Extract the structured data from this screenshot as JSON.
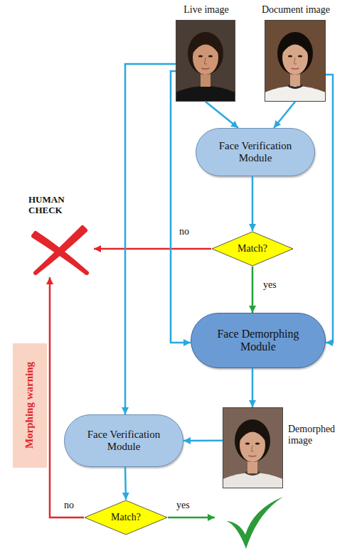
{
  "diagram": {
    "nodes": [
      {
        "text": [
          "Live image"
        ]
      },
      {
        "text": [
          "Document image"
        ]
      },
      {
        "text": [
          "Face Verification Module"
        ]
      },
      {
        "text": [
          "HUMAN CHECK"
        ]
      },
      {
        "text": [
          "Match?"
        ]
      },
      {
        "text": [
          "Face Demorphing Module"
        ]
      },
      {
        "text": [
          "Demorphed image"
        ]
      },
      {
        "text": [
          "Face Verification Module"
        ]
      },
      {
        "text": [
          "Match?"
        ]
      },
      {
        "text": [
          "Morphing warning"
        ]
      }
    ],
    "edges": [
      {
        "from": 0,
        "to": 2,
        "arrow": "to"
      },
      {
        "from": 1,
        "to": 2,
        "arrow": "to"
      },
      {
        "from": 2,
        "to": 4,
        "arrow": "to"
      },
      {
        "from": 4,
        "to": 3,
        "label": "no",
        "arrow": "to"
      },
      {
        "from": 4,
        "to": 5,
        "label": "yes",
        "arrow": "to"
      },
      {
        "from": 0,
        "to": 5,
        "arrow": "to"
      },
      {
        "from": 1,
        "to": 5,
        "arrow": "to"
      },
      {
        "from": 0,
        "to": 7,
        "arrow": "to"
      },
      {
        "from": 5,
        "to": 6,
        "arrow": "to"
      },
      {
        "from": 6,
        "to": 7,
        "arrow": "to"
      },
      {
        "from": 7,
        "to": 8,
        "arrow": "to"
      },
      {
        "from": 8,
        "to": 3,
        "label": "no",
        "arrow": "to"
      }
    ],
    "labels": [
      "yes"
    ]
  }
}
